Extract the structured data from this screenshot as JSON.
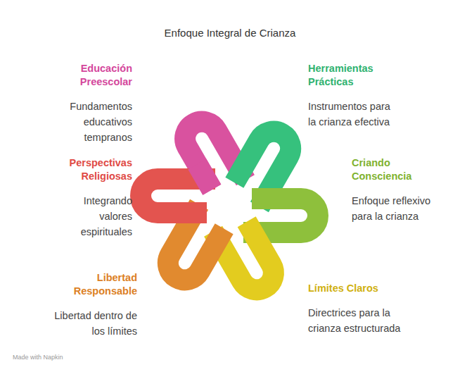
{
  "diagram": {
    "title": "Enfoque Integral de Crianza",
    "nodes": [
      {
        "text": [
          "Educación Preescolar",
          "Fundamentos educativos tempranos"
        ]
      },
      {
        "text": [
          "Herramientas Prácticas",
          "Instrumentos para la crianza efectiva"
        ]
      },
      {
        "text": [
          "Perspectivas Religiosas",
          "Integrando valores espirituales"
        ]
      },
      {
        "text": [
          "Criando Consciencia",
          "Enfoque reflexivo para la crianza"
        ]
      },
      {
        "text": [
          "Libertad Responsable",
          "Libertad dentro de los límites"
        ]
      },
      {
        "text": [
          "Límites Claros",
          "Directrices para la crianza estructurada"
        ]
      }
    ],
    "labels": [
      "Made with Napkin"
    ]
  }
}
